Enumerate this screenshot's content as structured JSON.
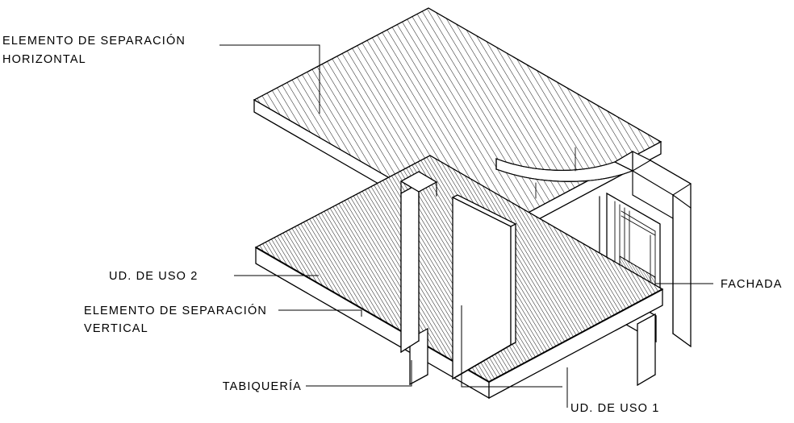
{
  "drawing": {
    "kind": "isometric-architectural-detail",
    "background_color": "#ffffff",
    "line_color": "#000000",
    "labels": {
      "horizontal_separation_line1": "ELEMENTO DE SEPARACIÓN",
      "horizontal_separation_line2": "HORIZONTAL",
      "use_unit_2": "UD. DE USO 2",
      "vertical_separation_line1": "ELEMENTO DE SEPARACIÓN",
      "vertical_separation_line2": "VERTICAL",
      "partition": "TABIQUERÍA",
      "facade": "FACHADA",
      "use_unit_1": "UD. DE USO 1"
    },
    "components": [
      "roof-slab",
      "floor-slab",
      "vertical-separation-wall",
      "interior-partition",
      "facade-wall",
      "window",
      "curved-beam",
      "support-columns"
    ]
  }
}
